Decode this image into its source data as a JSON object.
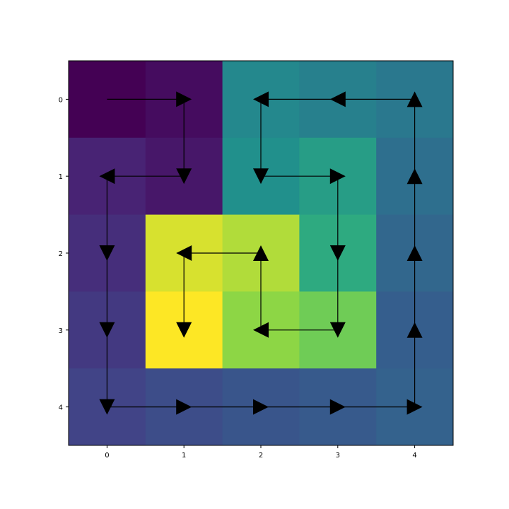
{
  "chart_data": {
    "type": "heatmap",
    "title": "",
    "xlabel": "",
    "ylabel": "",
    "x_ticks": [
      "0",
      "1",
      "2",
      "3",
      "4"
    ],
    "y_ticks": [
      "0",
      "1",
      "2",
      "3",
      "4"
    ],
    "xlim": [
      -0.5,
      4.5
    ],
    "ylim": [
      4.5,
      -0.5
    ],
    "colormap": "viridis",
    "value_range": [
      0,
      24
    ],
    "grid": false,
    "values": [
      [
        0,
        1,
        14,
        13,
        12
      ],
      [
        3,
        2,
        15,
        16,
        11
      ],
      [
        4,
        23,
        22,
        17,
        10
      ],
      [
        5,
        24,
        21,
        20,
        9
      ],
      [
        6,
        7,
        8,
        8.5,
        9.5
      ]
    ],
    "path": [
      [
        0,
        0
      ],
      [
        1,
        0
      ],
      [
        1,
        1
      ],
      [
        0,
        1
      ],
      [
        0,
        2
      ],
      [
        0,
        3
      ],
      [
        0,
        4
      ],
      [
        1,
        4
      ],
      [
        2,
        4
      ],
      [
        3,
        4
      ],
      [
        4,
        4
      ],
      [
        4,
        3
      ],
      [
        4,
        2
      ],
      [
        4,
        1
      ],
      [
        4,
        0
      ],
      [
        3,
        0
      ],
      [
        2,
        0
      ],
      [
        2,
        1
      ],
      [
        3,
        1
      ],
      [
        3,
        2
      ],
      [
        3,
        3
      ],
      [
        2,
        3
      ],
      [
        2,
        2
      ],
      [
        1,
        2
      ],
      [
        1,
        3
      ]
    ],
    "arrow_color": "#000000"
  }
}
